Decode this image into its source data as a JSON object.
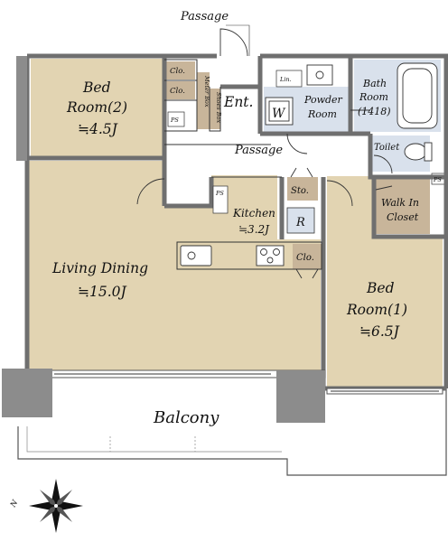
{
  "colors": {
    "room_fill": "#e2d4b2",
    "room_dark": "#c8b59a",
    "wet_fill": "#d9e1ec",
    "wall": "#6f6f6f",
    "pillar": "#8c8c8c",
    "line": "#333333"
  },
  "labels": {
    "passage_top": "Passage",
    "passage_mid": "Passage",
    "entrance": "Ent.",
    "bed2_line1": "Bed",
    "bed2_line2": "Room(2)",
    "bed2_size": "≒4.5J",
    "clo_a": "Clo.",
    "clo_b": "Clo.",
    "ps_left": "PS",
    "meter_box": "Meter Box",
    "shoes_box": "Shoes Box",
    "lin": "Lin.",
    "washer": "W",
    "powder_line1": "Powder",
    "powder_line2": "Room",
    "bath_line1": "Bath",
    "bath_line2": "Room",
    "bath_size": "(1418)",
    "toilet": "Toilet",
    "ps_right": "PS",
    "sto": "Sto.",
    "ps_kitchen": "PS",
    "kitchen": "Kitchen",
    "kitchen_size": "≒3.2J",
    "fridge": "R",
    "clo_kitchen": "Clo.",
    "walkin_line1": "Walk In",
    "walkin_line2": "Closet",
    "living_line1": "Living Dining",
    "living_size": "≒15.0J",
    "bed1_line1": "Bed",
    "bed1_line2": "Room(1)",
    "bed1_size": "≒6.5J",
    "balcony": "Balcony",
    "compass_n": "N"
  },
  "icons": [
    "compass-rose-icon",
    "bathtub-icon",
    "toilet-icon",
    "sink-icon",
    "stove-icon",
    "washer-icon"
  ]
}
